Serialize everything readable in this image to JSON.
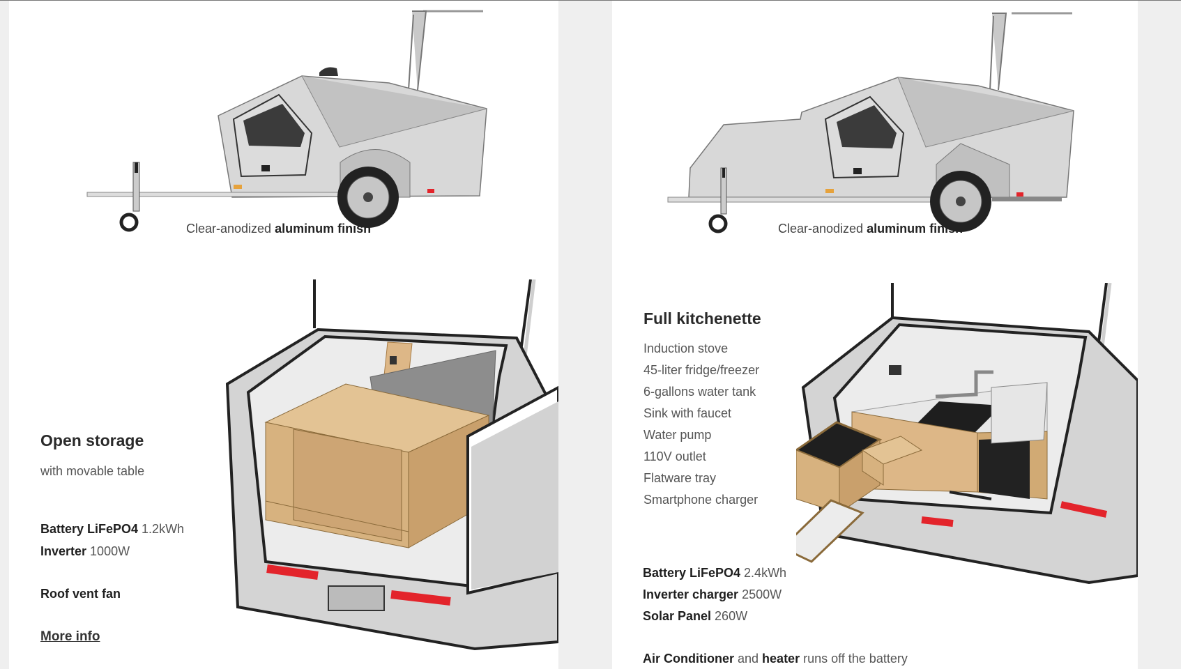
{
  "left": {
    "caption": {
      "prefix": "Clear-anodized ",
      "bold": "aluminum finish"
    },
    "feature_title": "Open storage",
    "feature_subtitle": "with movable table",
    "specs": [
      {
        "label": "Battery LiFePO4",
        "value": " 1.2kWh"
      },
      {
        "label": "Inverter",
        "value": " 1000W"
      }
    ],
    "extra": "Roof vent fan",
    "more_info": "More info"
  },
  "right": {
    "caption": {
      "prefix": "Clear-anodized ",
      "bold": "aluminum finish"
    },
    "feature_title": "Full kitchenette",
    "features": [
      "Induction stove",
      "45-liter fridge/freezer",
      "6-gallons water tank",
      "Sink with faucet",
      "Water pump",
      "110V outlet",
      "Flatware tray",
      "Smartphone charger"
    ],
    "specs": [
      {
        "label": "Battery LiFePO4",
        "value": " 2.4kWh"
      },
      {
        "label": "Inverter charger",
        "value": " 2500W"
      },
      {
        "label": "Solar Panel",
        "value": " 260W"
      }
    ],
    "ac_line": {
      "b1": "Air Conditioner",
      "t1": " and ",
      "b2": "heater",
      "t2": " runs off the battery"
    }
  },
  "colors": {
    "aluminum": "#d7d7d7",
    "wood": "#ddb787",
    "reflector": "#e3242b",
    "window": "#3b3b3b"
  }
}
